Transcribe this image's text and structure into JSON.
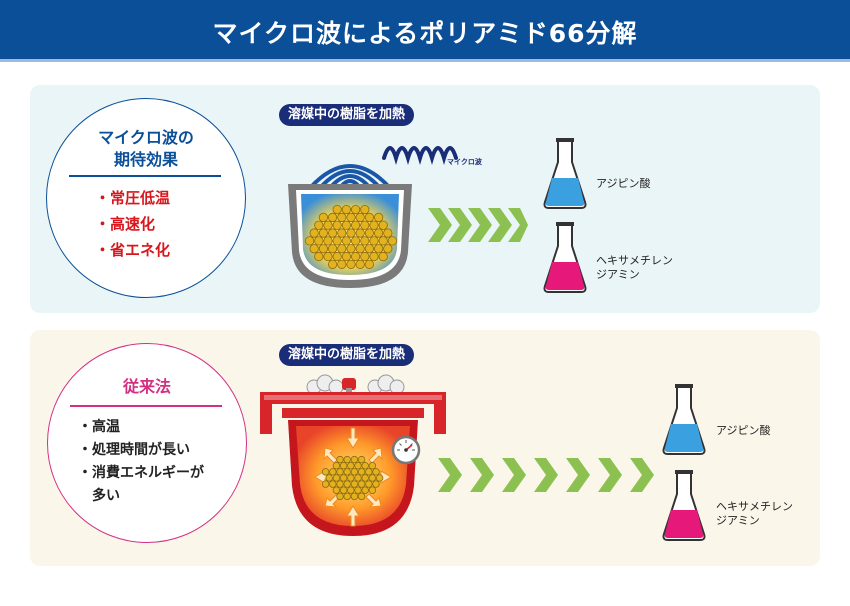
{
  "title": "マイクロ波によるポリアミド66分解",
  "microwave": {
    "circle_title_1": "マイクロ波の",
    "circle_title_2": "期待効果",
    "benefits": [
      "・常圧低温",
      "・高速化",
      "・省エネ化"
    ],
    "process_label": "溶媒中の樹脂を加熱",
    "microwave_icon_label": "マイクロ波",
    "product_1": "アジピン酸",
    "product_2_line1": "ヘキサメチレン",
    "product_2_line2": "ジアミン"
  },
  "conventional": {
    "circle_title": "従来法",
    "points": [
      "・高温",
      "・処理時間が長い",
      "・消費エネルギーが",
      "多い"
    ],
    "process_label": "溶媒中の樹脂を加熱",
    "product_1": "アジピン酸",
    "product_2_line1": "ヘキサメチレン",
    "product_2_line2": "ジアミン"
  },
  "colors": {
    "header": "#0a4f98",
    "microwave_accent": "#0a4f98",
    "conventional_accent": "#d42f83",
    "benefit_text": "#d8161c",
    "arrow_green": "#8cc152",
    "flask_blue": "#3aa0e0",
    "flask_pink": "#e6197a",
    "vessel_red": "#d7252a",
    "pellet_yellow": "#e3b21c"
  },
  "icons": [
    "microwave-waves-icon",
    "microwave-logo-icon",
    "flask-icon",
    "pressure-gauge-icon",
    "steam-icon",
    "heat-arrow-icon",
    "chevron-arrow-icon"
  ]
}
